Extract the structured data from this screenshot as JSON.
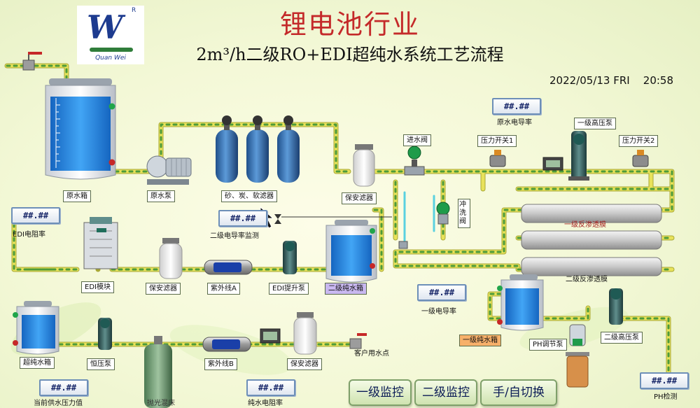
{
  "header": {
    "title": "锂电池行业",
    "subtitle": "2m³/h二级RO+EDI超纯水系统工艺流程",
    "date": "2022/05/13 FRI",
    "time": "20:58"
  },
  "logo": {
    "text": "Quan Wei",
    "mark": "R"
  },
  "equipment": {
    "raw_tank": "原水箱",
    "raw_pump": "原水泵",
    "filters": "砂、炭、软滤器",
    "safety_filter_1": "保安滤器",
    "inlet_valve": "进水阀",
    "pressure_switch_1": "压力开关1",
    "conductivity_raw": "原水电导率",
    "hp_pump_1": "一级高压泵",
    "pressure_switch_2": "压力开关2",
    "flush_valve": "冲洗阀",
    "ro1_membrane": "一级反渗透膜",
    "ro2_membrane": "二级反渗透膜",
    "edi_resistivity": "EDI电阻率",
    "conductivity_2_monitor": "二级电导率监测",
    "edi_module": "EDI模块",
    "safety_filter_2": "保安滤器",
    "uv_a": "紫外线A",
    "edi_lift_pump": "EDI提升泵",
    "ro2_tank": "二级纯水箱",
    "conductivity_1": "一级电导率",
    "ro1_tank": "一级纯水箱",
    "ph_pump": "PH调节泵",
    "hp_pump_2": "二级高压泵",
    "uhp_tank": "超纯水箱",
    "booster_pump": "恒压泵",
    "uv_b": "紫外线B",
    "safety_filter_3": "保安滤器",
    "customer_point": "客户用水点",
    "supply_pressure": "当前供水压力值",
    "polish_column": "抛光混床",
    "pure_resistivity": "纯水电阻率",
    "ph_detect": "PH检测"
  },
  "meters": {
    "conductivity_raw": "##.##",
    "edi_resistivity": "##.##",
    "conductivity_2_monitor": "##.##",
    "conductivity_1": "##.##",
    "supply_pressure": "##.##",
    "pure_resistivity": "##.##",
    "ph_detect": "##.##"
  },
  "buttons": {
    "ro1_monitor": "一级监控",
    "ro2_monitor": "二级监控",
    "manual_auto": "手/自切换"
  },
  "colors": {
    "pipe": "#e8e25a",
    "pipe_dash": "#4d9a3a",
    "water": "#1e88e5",
    "status_green": "#21a54a",
    "status_red": "#c62828",
    "title_red": "#c42a2a"
  }
}
